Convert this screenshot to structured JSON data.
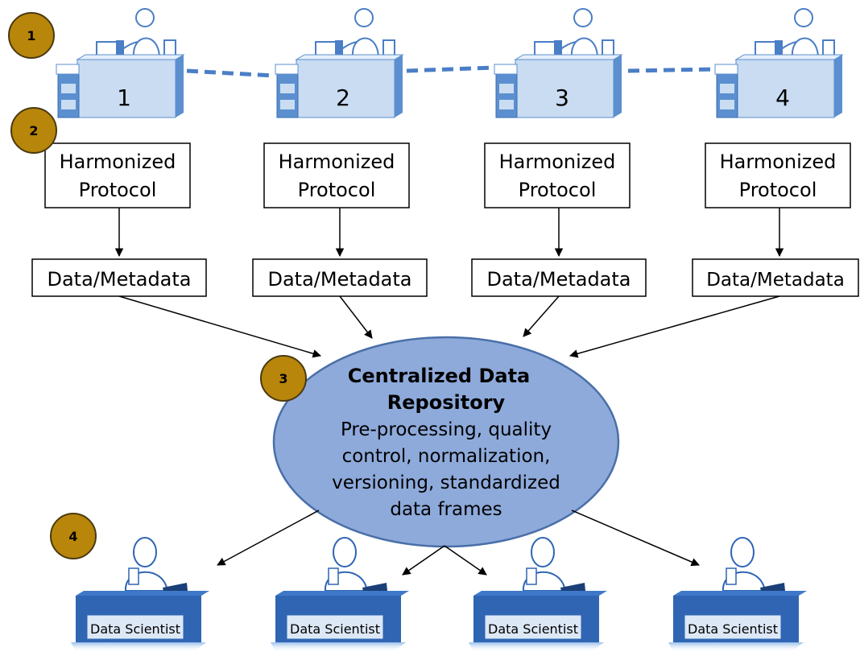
{
  "markers": [
    "1",
    "2",
    "3",
    "4"
  ],
  "labs": [
    {
      "number": "1",
      "protocol_line1": "Harmonized",
      "protocol_line2": "Protocol",
      "data_label": "Data/Metadata"
    },
    {
      "number": "2",
      "protocol_line1": "Harmonized",
      "protocol_line2": "Protocol",
      "data_label": "Data/Metadata"
    },
    {
      "number": "3",
      "protocol_line1": "Harmonized",
      "protocol_line2": "Protocol",
      "data_label": "Data/Metadata"
    },
    {
      "number": "4",
      "protocol_line1": "Harmonized",
      "protocol_line2": "Protocol",
      "data_label": "Data/Metadata"
    }
  ],
  "repository": {
    "title_line1": "Centralized Data",
    "title_line2": "Repository",
    "desc_line1": "Pre-processing, quality",
    "desc_line2": "control, normalization,",
    "desc_line3": "versioning, standardized",
    "desc_line4": "data frames"
  },
  "scientists": [
    {
      "label": "Data Scientist"
    },
    {
      "label": "Data Scientist"
    },
    {
      "label": "Data Scientist"
    },
    {
      "label": "Data Scientist"
    }
  ],
  "colors": {
    "marker_fill": "#b8860b",
    "desk_fill": "#c9dcf2",
    "desk_side": "#5b8fcf",
    "dashed_link": "#4a7ec6",
    "ellipse_fill": "#8eaadb",
    "ellipse_stroke": "#4a6fa8",
    "sci_desk": "#2f65b3",
    "sci_label_bg": "#dce8f6"
  }
}
